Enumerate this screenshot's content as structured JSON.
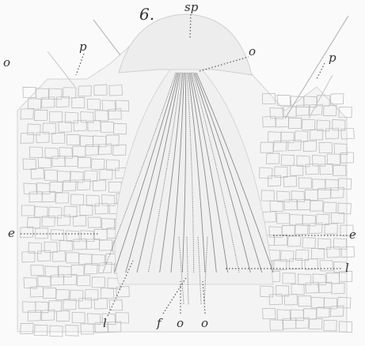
{
  "figure": {
    "number": "6.",
    "labels": {
      "sp": "sp",
      "o_left": "o",
      "p_left": "p",
      "o_top": "o",
      "p_right": "p",
      "e_left": "e",
      "e_right": "e",
      "l_right": "l",
      "l_bottom": "l",
      "f": "f",
      "o_bottom_1": "o",
      "o_bottom_2": "o"
    }
  },
  "colors": {
    "ink": "#333333",
    "tissue": "#bdbdbd",
    "paper": "#fafafa"
  }
}
